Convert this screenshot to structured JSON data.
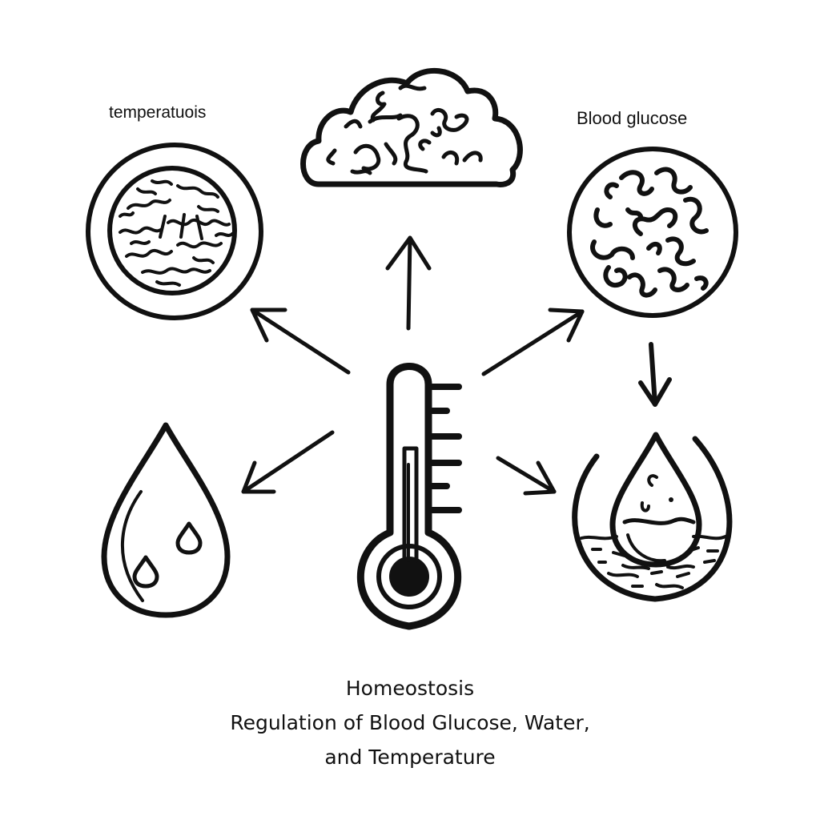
{
  "labels": {
    "top_left": "temperatuois",
    "top_right": "Blood glucose"
  },
  "caption": {
    "line1": "Homeostosis",
    "line2": "Regulation of Blood Glucose, Water,",
    "line3": "and Temperature"
  },
  "icons": {
    "center": "thermometer-icon",
    "top": "brain-cloud-icon",
    "top_left": "textured-cell-circle-icon",
    "top_right": "glucose-molecules-circle-icon",
    "bottom_left": "water-drop-icon",
    "bottom_right": "drop-in-water-circle-icon"
  },
  "arrows": [
    {
      "name": "arrow-up",
      "direction": "up"
    },
    {
      "name": "arrow-up-left",
      "direction": "up-left"
    },
    {
      "name": "arrow-up-right",
      "direction": "up-right"
    },
    {
      "name": "arrow-down-left",
      "direction": "down-left"
    },
    {
      "name": "arrow-down-right",
      "direction": "down-right"
    },
    {
      "name": "arrow-down",
      "direction": "down"
    }
  ],
  "colors": {
    "ink": "#111111",
    "background": "#ffffff"
  }
}
